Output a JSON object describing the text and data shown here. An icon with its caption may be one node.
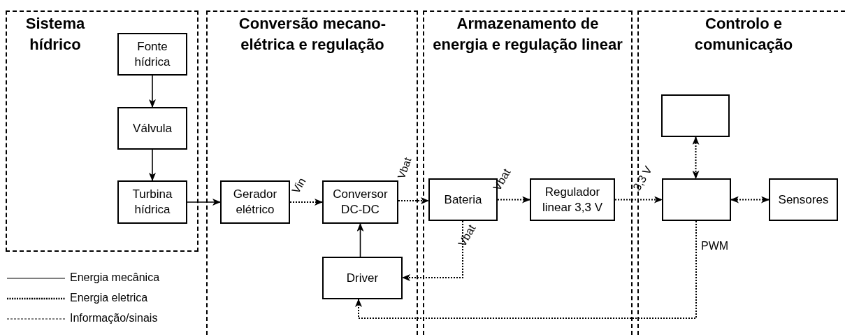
{
  "diagram": {
    "nodes": [
      {
        "text": [
          "Sistema hídrico"
        ]
      },
      {
        "text": [
          "Fonte hídrica"
        ],
        "in": 0
      },
      {
        "text": [
          "Válvula"
        ],
        "in": 0
      },
      {
        "text": [
          "Turbina hídrica"
        ],
        "in": 0
      },
      {
        "text": [
          "Conversão mecano-elétrica e regulação"
        ]
      },
      {
        "text": [
          "Gerador elétrico"
        ],
        "in": 4
      },
      {
        "text": [
          "Conversor DC-DC"
        ],
        "in": 4
      },
      {
        "text": [
          "Driver"
        ],
        "in": 4
      },
      {
        "text": [
          "Armazenamento de energia e regulação linear"
        ]
      },
      {
        "text": [
          "Bateria"
        ],
        "in": 8
      },
      {
        "text": [
          "Regulador linear 3,3 V"
        ],
        "in": 8
      },
      {
        "text": [
          "Controlo e comunicação"
        ]
      },
      {
        "text": [],
        "shape": "box",
        "in": 11
      },
      {
        "text": [],
        "shape": "box",
        "in": 11
      },
      {
        "text": [
          "Sensores"
        ],
        "in": 11
      }
    ],
    "edges": [
      {
        "from": 1,
        "to": 2,
        "arrow": "to"
      },
      {
        "from": 2,
        "to": 3,
        "arrow": "to"
      },
      {
        "from": 3,
        "to": 5,
        "arrow": "to"
      },
      {
        "from": 5,
        "to": 6,
        "arrow": "to",
        "label": "Vin",
        "style": "dashed"
      },
      {
        "from": 6,
        "to": 9,
        "arrow": "to",
        "label": "Vbat",
        "style": "dashed"
      },
      {
        "from": 9,
        "to": 10,
        "arrow": "to",
        "label": "Vbat",
        "style": "dashed"
      },
      {
        "from": 10,
        "to": 13,
        "arrow": "to",
        "label": "3,3 V",
        "style": "dashed"
      },
      {
        "from": 7,
        "to": 6,
        "arrow": "to"
      },
      {
        "from": 9,
        "to": 7,
        "arrow": "to",
        "label": "Vbat",
        "style": "dashed"
      },
      {
        "from": 12,
        "to": 13,
        "arrow": "both",
        "style": "dashed"
      },
      {
        "from": 13,
        "to": 14,
        "arrow": "both",
        "style": "dashed"
      },
      {
        "from": 13,
        "to": 7,
        "arrow": "to",
        "label": "PWM",
        "style": "dashed"
      }
    ],
    "legend": [
      {
        "text": "Energia mecânica"
      },
      {
        "text": "Energia eletrica"
      },
      {
        "text": "Informação/sinais"
      }
    ]
  }
}
